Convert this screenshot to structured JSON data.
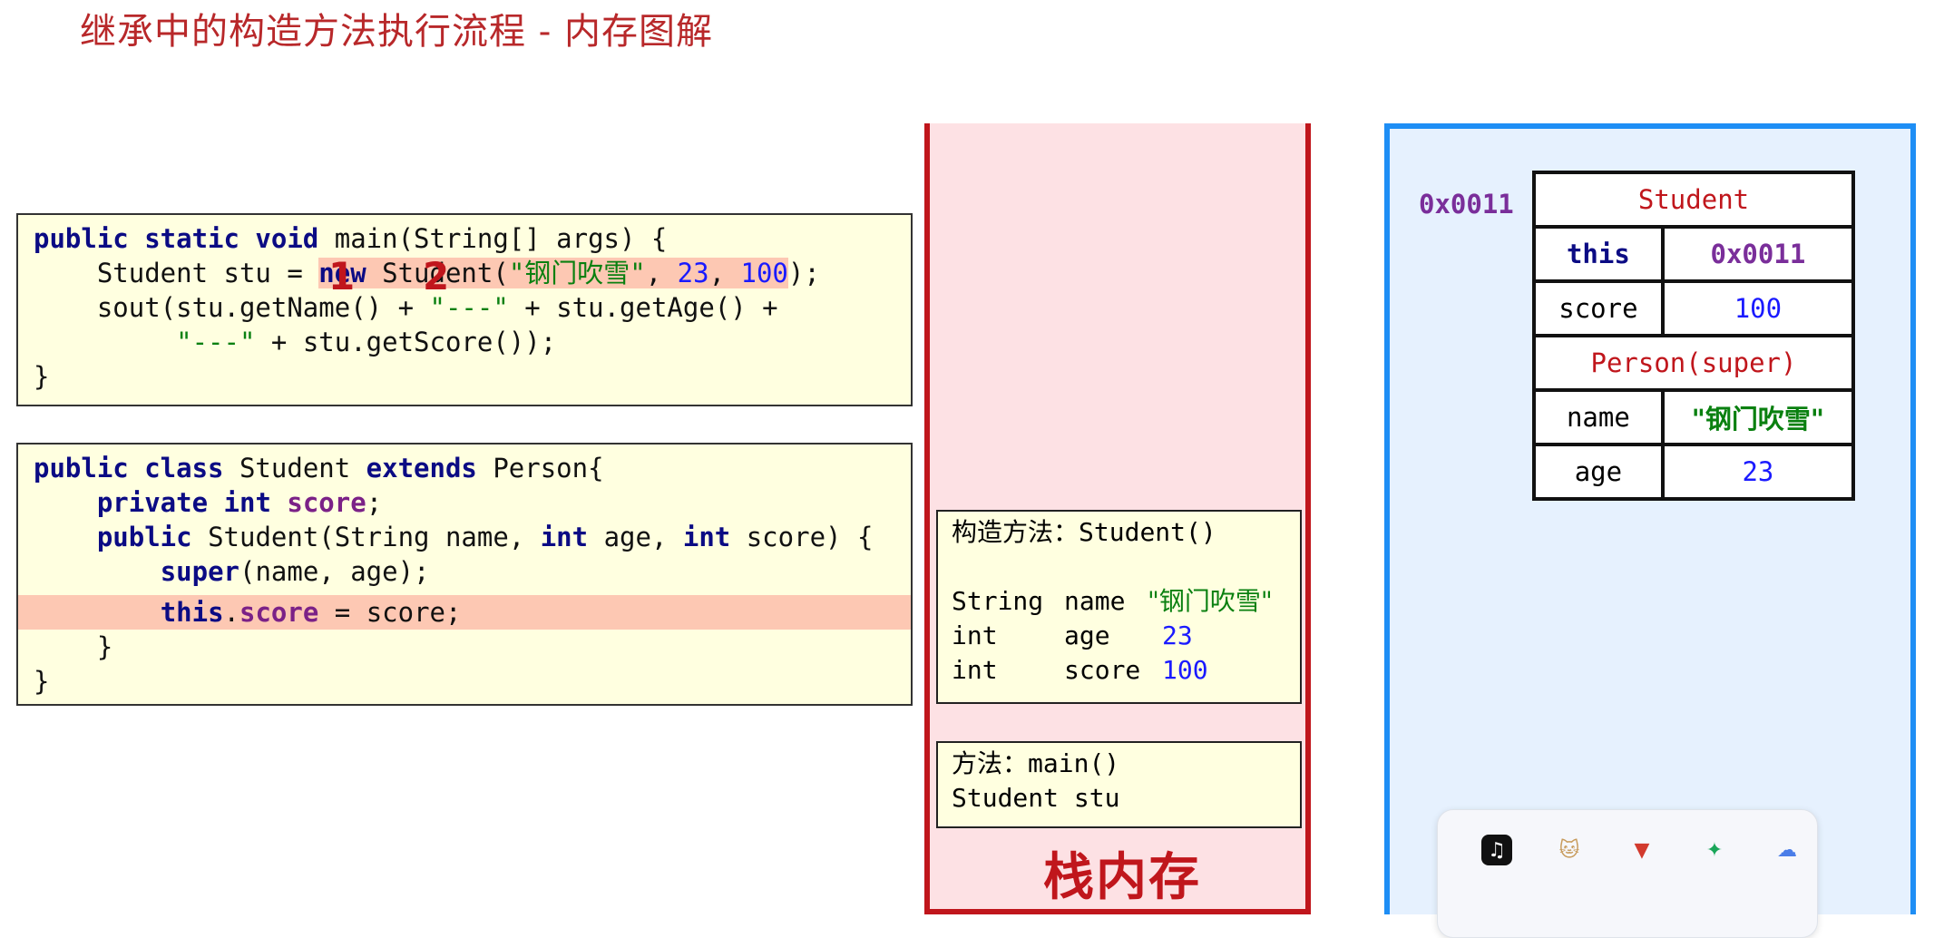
{
  "title": "继承中的构造方法执行流程 - 内存图解",
  "code_main": {
    "line1": {
      "kw": "public static void",
      "rest": " main(String[] args) {"
    },
    "line2": {
      "indent": "    Student stu = ",
      "kw_new": "new",
      "mid": " Student(",
      "str": "\"钢门吹雪\"",
      "sep1": ", ",
      "num1": "23",
      "sep2": ", ",
      "num2": "100",
      "end": ");"
    },
    "line3": {
      "a": "    sout(stu.getName() + ",
      "str": "\"---\"",
      "b": " + stu.getAge() +"
    },
    "line4": {
      "indent": "         ",
      "str": "\"---\"",
      "b": " + stu.getScore());"
    },
    "line5": "}"
  },
  "markers": {
    "one": "1",
    "two": "2"
  },
  "code_class": {
    "line1": {
      "kw1": "public class",
      "a": " Student ",
      "kw2": "extends",
      "b": " Person{"
    },
    "line2": {
      "indent": "    ",
      "kw": "private int",
      "sp": " ",
      "fld": "score",
      "end": ";"
    },
    "line3": {
      "indent": "    ",
      "kw1": "public",
      "a": " Student(String name, ",
      "kw2": "int",
      "b": " age, ",
      "kw3": "int",
      "c": " score) {"
    },
    "line4": {
      "indent": "        ",
      "kw": "super",
      "rest": "(name, age);"
    },
    "line5": {
      "indent": "        ",
      "kw": "this",
      "dot": ".",
      "fld": "score",
      "rest": " = score;"
    },
    "line6": "    }",
    "line7": "}"
  },
  "stack": {
    "label": "栈内存",
    "constructor_frame": {
      "header_cn": "构造方法：",
      "header_name": "Student()",
      "rows": [
        {
          "type": "String",
          "name": "name",
          "value": "\"钢门吹雪\""
        },
        {
          "type": "int",
          "name": "age",
          "value": "23"
        },
        {
          "type": "int",
          "name": "score",
          "value": "100"
        }
      ]
    },
    "main_frame": {
      "header_cn": "方法：",
      "header_name": "main()",
      "var": "Student stu"
    }
  },
  "heap": {
    "address": "0x0011",
    "object": {
      "class_name": "Student",
      "this_label": "this",
      "this_value": "0x0011",
      "score_label": "score",
      "score_value": "100",
      "super_label": "Person(super)",
      "name_label": "name",
      "name_value": "\"钢门吹雪\"",
      "age_label": "age",
      "age_value": "23"
    }
  },
  "colors": {
    "title": "#b8282a",
    "stack_border": "#c0161c",
    "stack_bg": "#fde1e4",
    "heap_border": "#1e8ef5",
    "heap_bg": "#e6f1fe",
    "code_bg": "#ffffe0",
    "highlight": "#fdc8b3"
  },
  "dock_icons": [
    "tiktok-icon",
    "cat-icon",
    "vs-icon",
    "leaf-icon",
    "cloud-icon"
  ]
}
